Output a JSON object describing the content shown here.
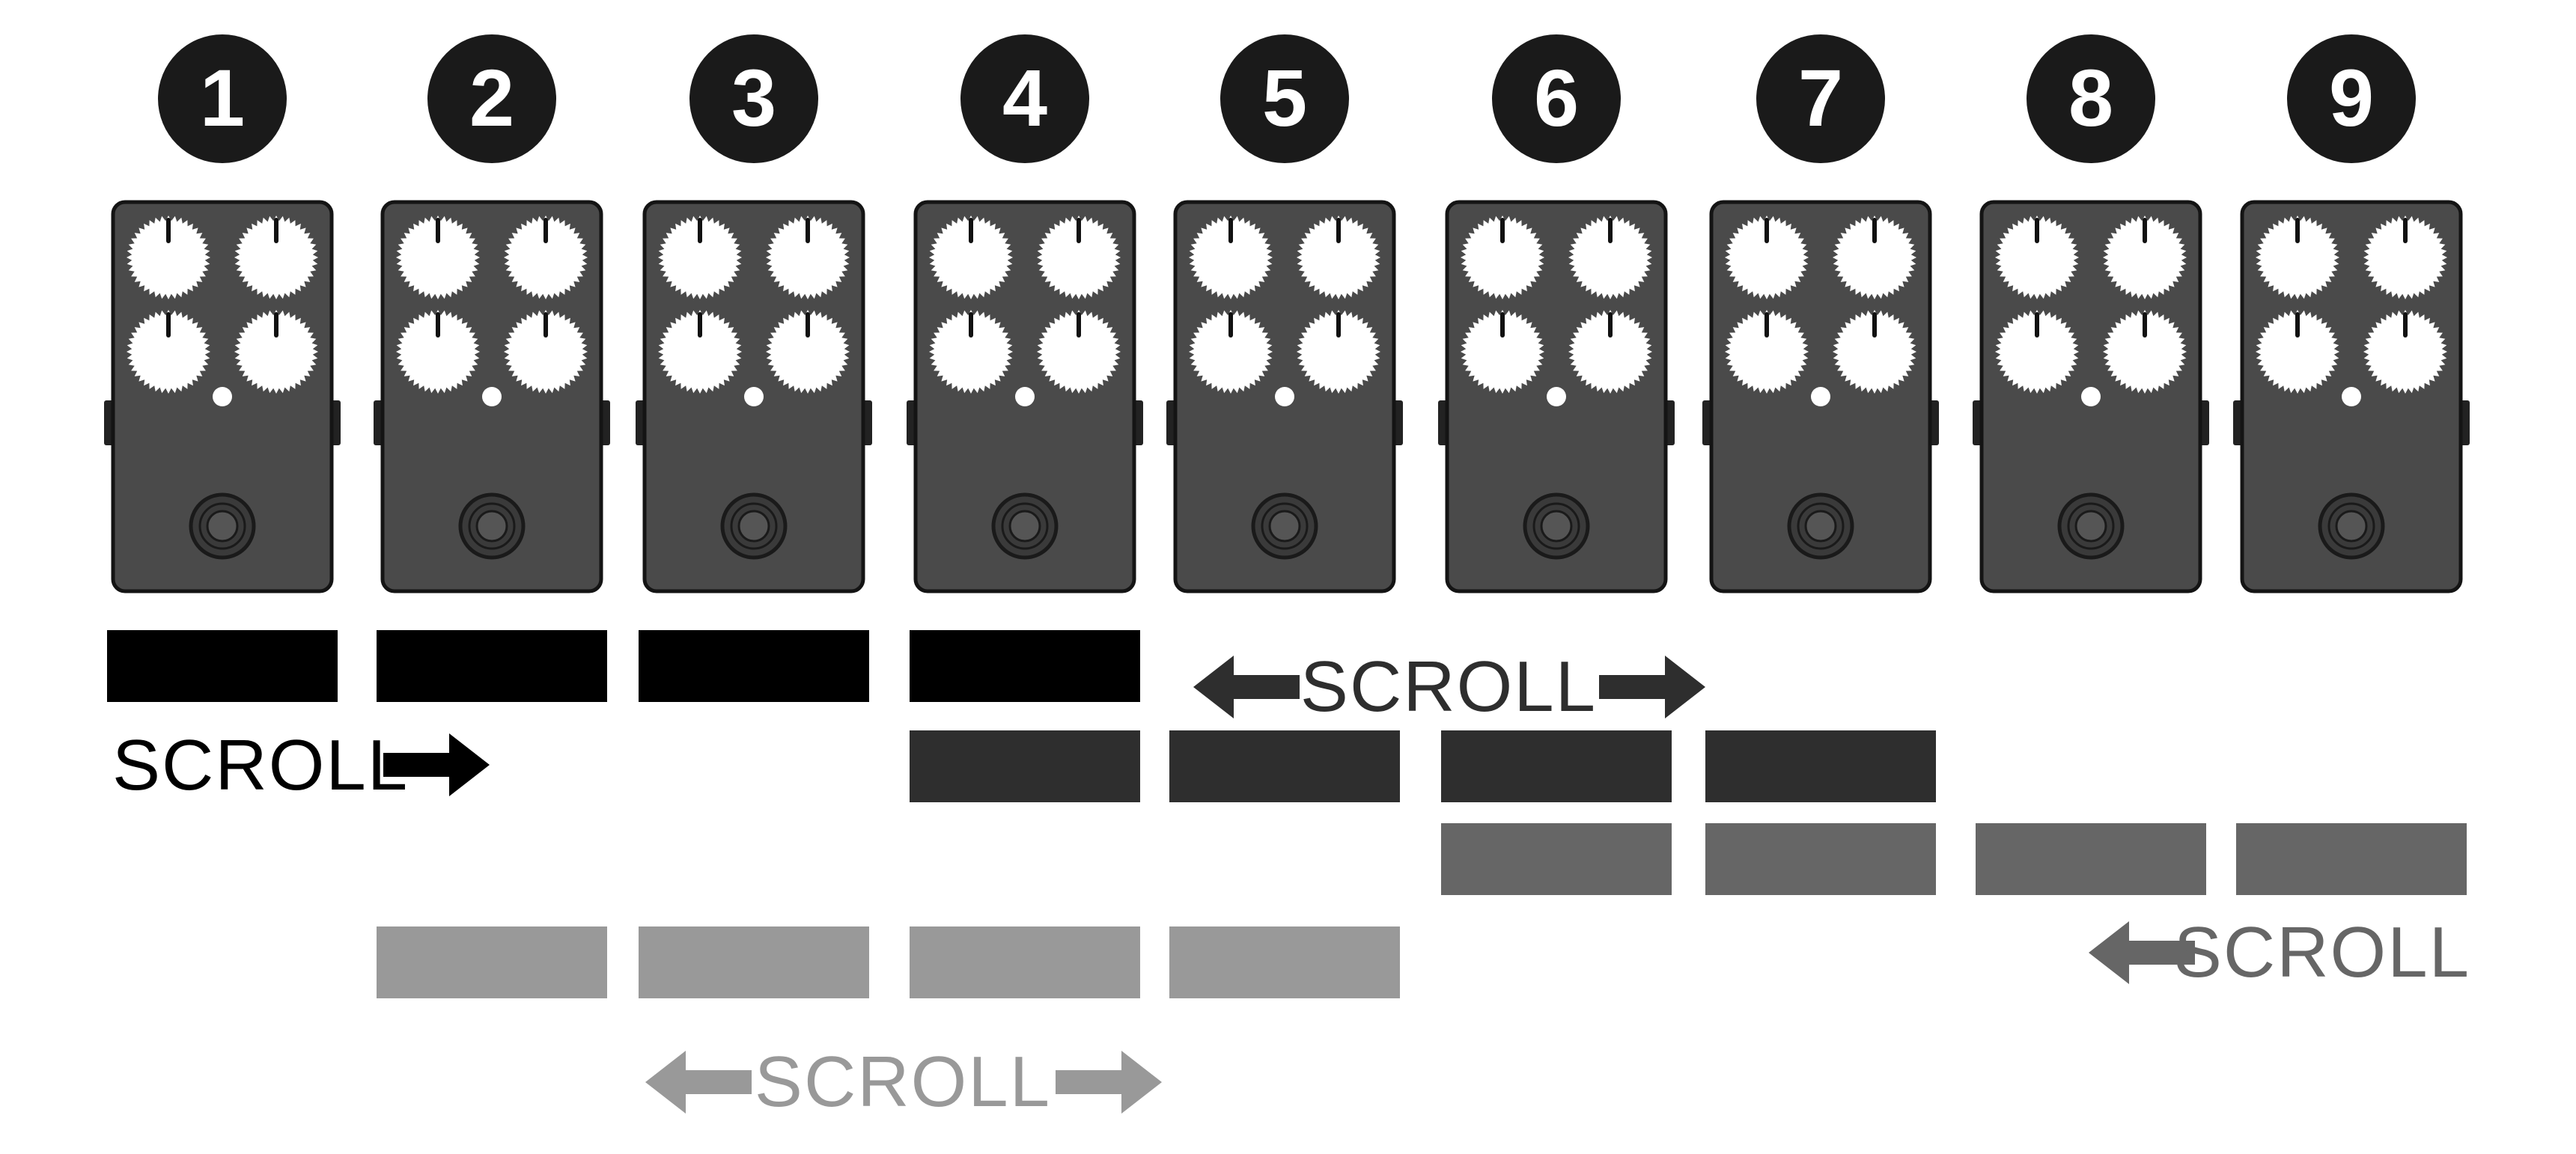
{
  "colors": {
    "background": "#ffffff",
    "badge": "#1a1a1a",
    "badge_text": "#ffffff",
    "pedal_body": "#4a4a4a",
    "pedal_outline": "#141414",
    "knob": "#ffffff",
    "row1": "#000000",
    "row2": "#2e2e2e",
    "row3": "#666666",
    "row4": "#999999"
  },
  "pedals": [
    {
      "number": "1"
    },
    {
      "number": "2"
    },
    {
      "number": "3"
    },
    {
      "number": "4"
    },
    {
      "number": "5"
    },
    {
      "number": "6"
    },
    {
      "number": "7"
    },
    {
      "number": "8"
    },
    {
      "number": "9"
    }
  ],
  "bank_rows": [
    {
      "shade": "row1",
      "pedal_indices": [
        1,
        2,
        3,
        4
      ]
    },
    {
      "shade": "row2",
      "pedal_indices": [
        4,
        5,
        6,
        7
      ]
    },
    {
      "shade": "row3",
      "pedal_indices": [
        6,
        7,
        8,
        9
      ]
    },
    {
      "shade": "row4",
      "pedal_indices": [
        2,
        3,
        4,
        5
      ]
    }
  ],
  "scroll_labels": [
    {
      "text": "SCROLL",
      "shade": "row1",
      "arrows": "right"
    },
    {
      "text": "SCROLL",
      "shade": "row2",
      "arrows": "both"
    },
    {
      "text": "SCROLL",
      "shade": "row3",
      "arrows": "left"
    },
    {
      "text": "SCROLL",
      "shade": "row4",
      "arrows": "both"
    }
  ]
}
